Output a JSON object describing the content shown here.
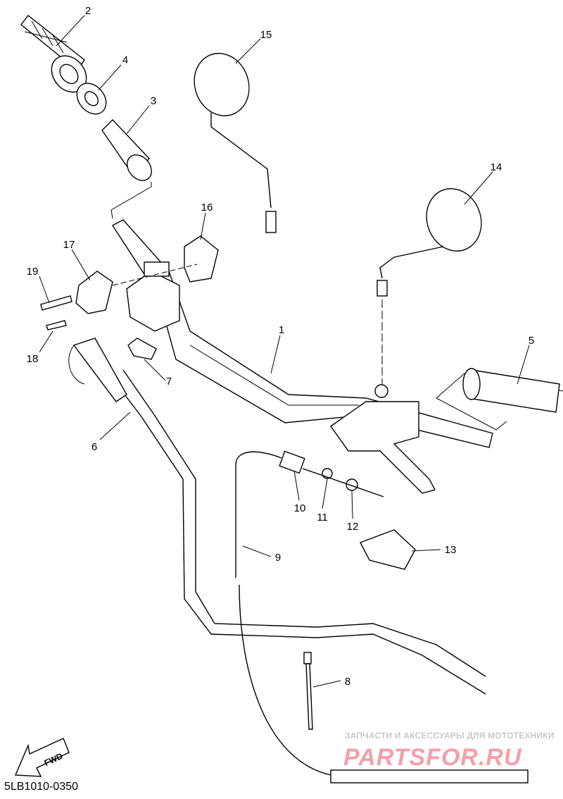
{
  "diagram_code": "5LB1010-0350",
  "direction_marker": "FWD",
  "watermark": {
    "tagline": "ЗАПЧАСТИ И АКСЕССУАРЫ ДЛЯ МОТОТЕХНИКИ",
    "brand": "PARTSFOR.RU"
  },
  "parts": {
    "p1": "1",
    "p2": "2",
    "p3": "3",
    "p4": "4",
    "p5": "5",
    "p6": "6",
    "p7": "7",
    "p8": "8",
    "p9": "9",
    "p10": "10",
    "p11": "11",
    "p12": "12",
    "p13": "13",
    "p14": "14",
    "p15": "15",
    "p16": "16",
    "p17": "17",
    "p18": "18",
    "p19": "19"
  }
}
